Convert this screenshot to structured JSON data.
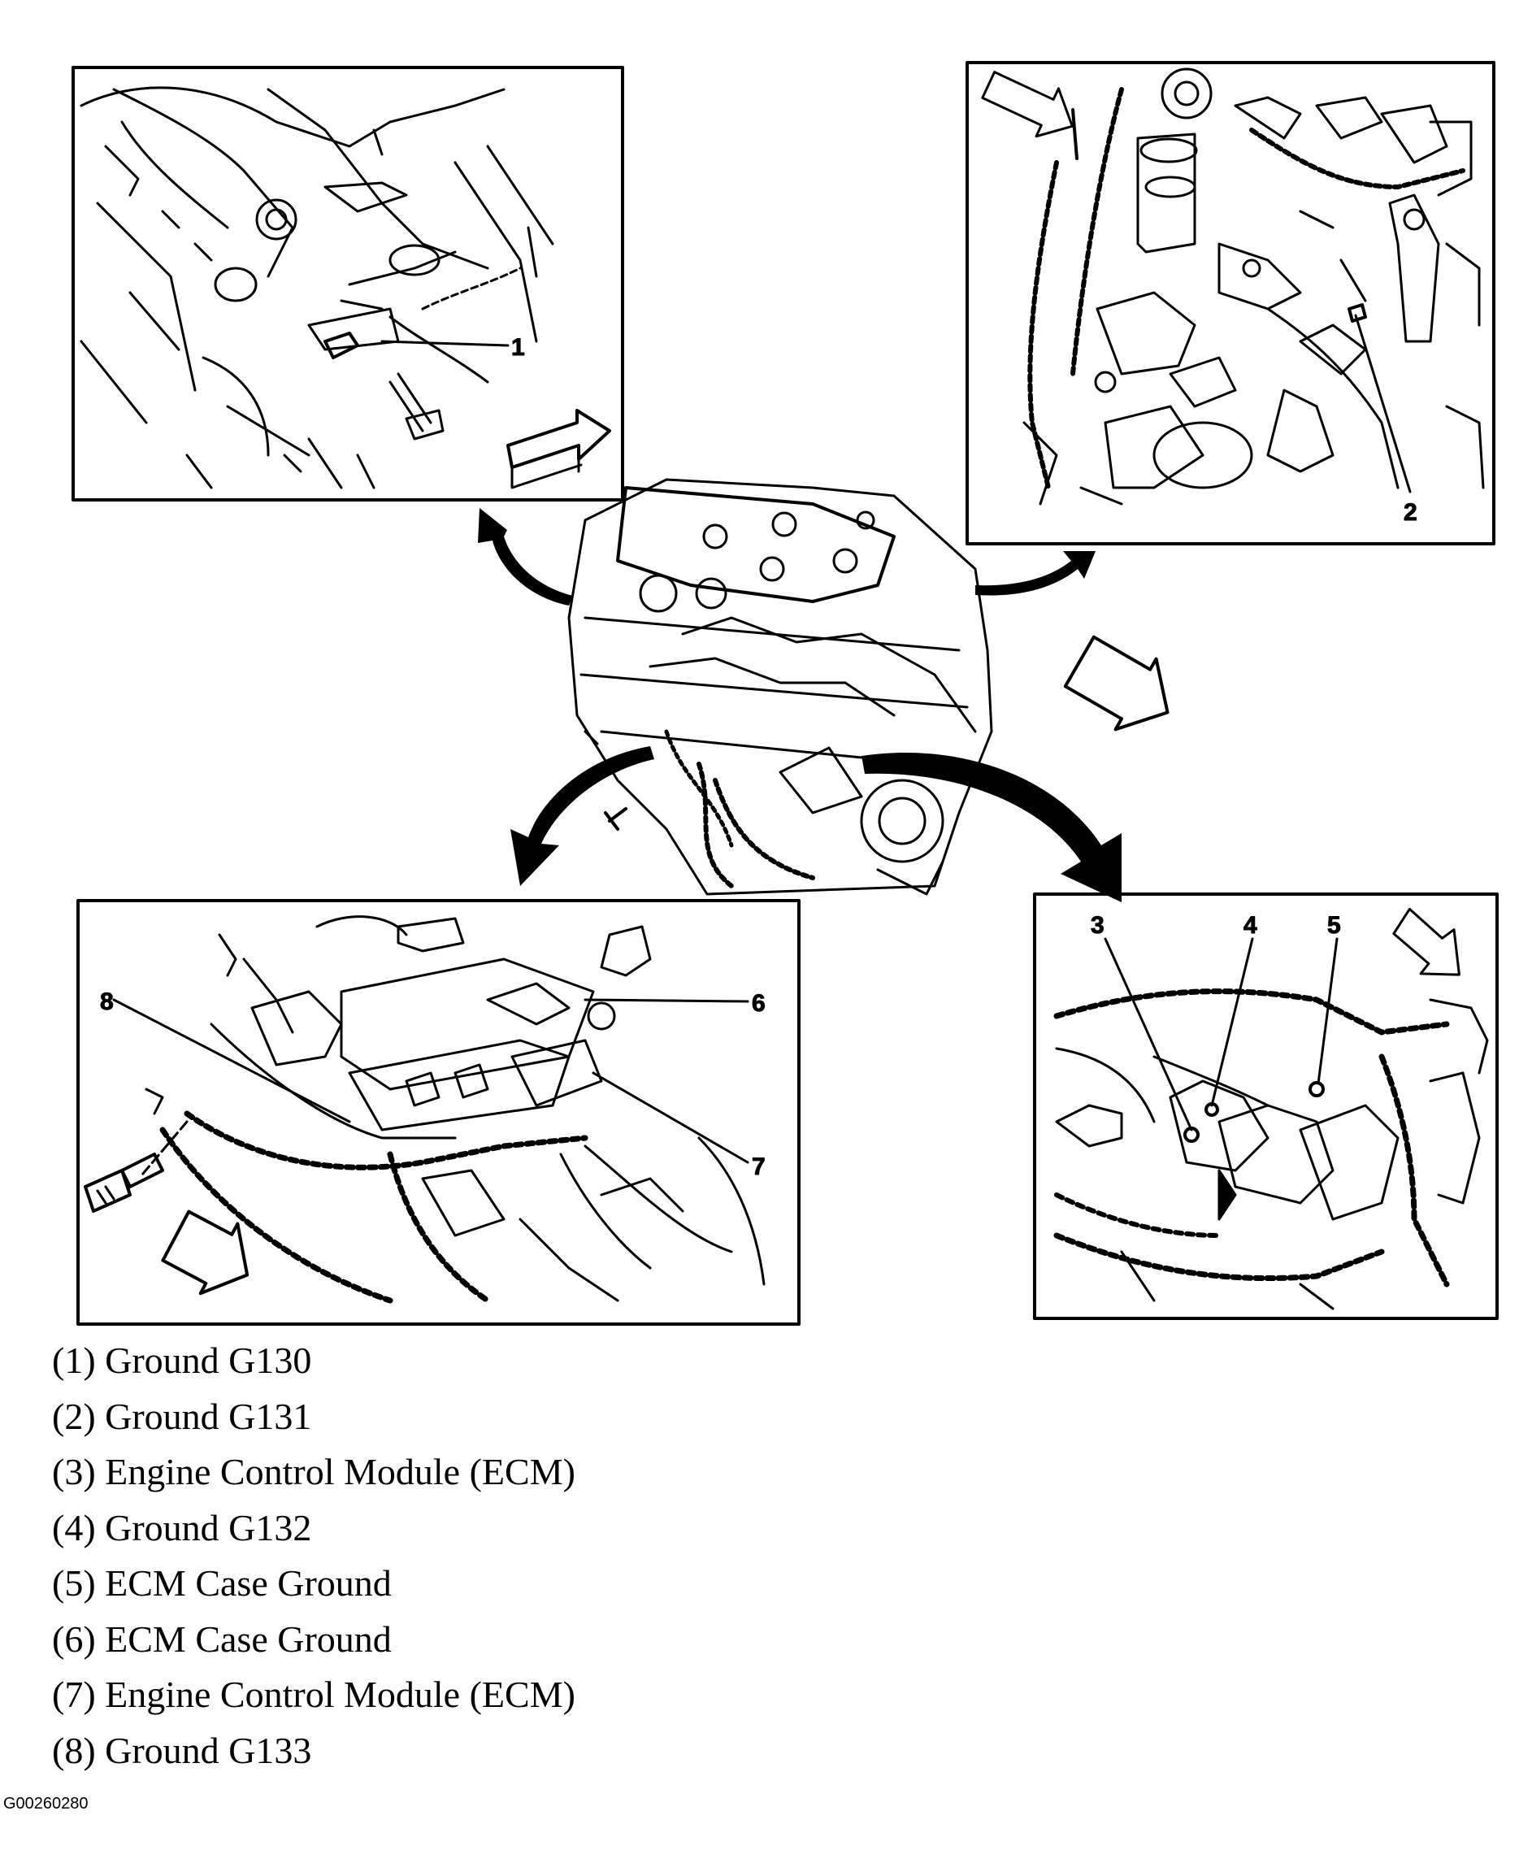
{
  "callouts": {
    "c1": "1",
    "c2": "2",
    "c3": "3",
    "c4": "4",
    "c5": "5",
    "c6": "6",
    "c7": "7",
    "c8": "8"
  },
  "legend": [
    "(1) Ground G130",
    "(2) Ground G131",
    "(3) Engine Control Module (ECM)",
    "(4) Ground G132",
    "(5) ECM Case Ground",
    "(6) ECM Case Ground",
    "(7) Engine Control Module (ECM)",
    "(8) Ground G133"
  ],
  "figure_id": "G00260280",
  "colors": {
    "ink": "#000000",
    "paper": "#ffffff"
  }
}
